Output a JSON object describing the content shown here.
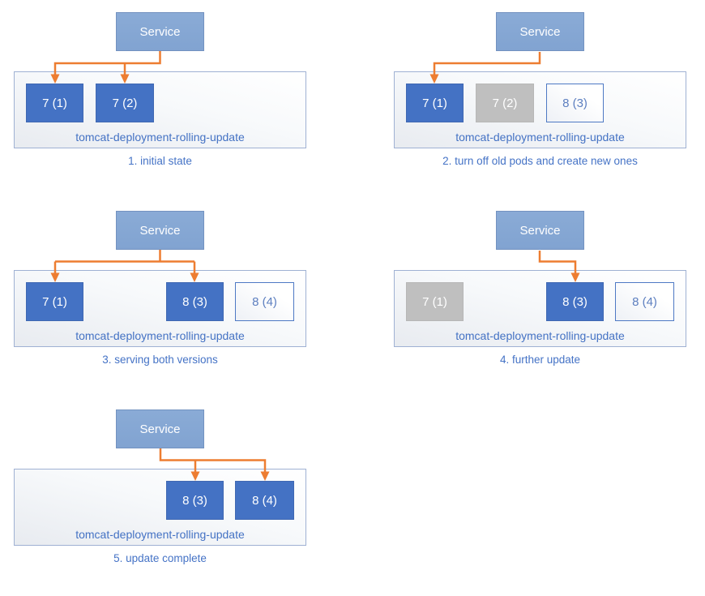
{
  "diagram": {
    "description_colors": {
      "pod_active": "#4472c4",
      "pod_stopped": "#bfbfbf",
      "pod_creating_border": "#4e79c4",
      "service_fill": "#85a8d4",
      "arrow": "#ed7d31",
      "label_text": "#4472c4"
    },
    "panels": [
      {
        "service_label": "Service",
        "deployment_label": "tomcat-deployment-rolling-update",
        "caption": "1. initial state",
        "pods": [
          {
            "label": "7 (1)",
            "state": "active"
          },
          {
            "label": "7 (2)",
            "state": "active"
          }
        ],
        "arrows_to": [
          "7 (1)",
          "7 (2)"
        ]
      },
      {
        "service_label": "Service",
        "deployment_label": "tomcat-deployment-rolling-update",
        "caption": "2. turn off old pods and create new ones",
        "pods": [
          {
            "label": "7 (1)",
            "state": "active"
          },
          {
            "label": "7 (2)",
            "state": "stopped"
          },
          {
            "label": "8 (3)",
            "state": "creating"
          }
        ],
        "arrows_to": [
          "7 (1)"
        ]
      },
      {
        "service_label": "Service",
        "deployment_label": "tomcat-deployment-rolling-update",
        "caption": "3. serving both versions",
        "pods": [
          {
            "label": "7 (1)",
            "state": "active"
          },
          {
            "label": "8 (3)",
            "state": "active"
          },
          {
            "label": "8 (4)",
            "state": "creating"
          }
        ],
        "arrows_to": [
          "7 (1)",
          "8 (3)"
        ]
      },
      {
        "service_label": "Service",
        "deployment_label": "tomcat-deployment-rolling-update",
        "caption": "4. further update",
        "pods": [
          {
            "label": "7 (1)",
            "state": "stopped"
          },
          {
            "label": "8 (3)",
            "state": "active"
          },
          {
            "label": "8 (4)",
            "state": "creating"
          }
        ],
        "arrows_to": [
          "8 (3)"
        ]
      },
      {
        "service_label": "Service",
        "deployment_label": "tomcat-deployment-rolling-update",
        "caption": "5. update complete",
        "pods": [
          {
            "label": "8 (3)",
            "state": "active"
          },
          {
            "label": "8 (4)",
            "state": "active"
          }
        ],
        "arrows_to": [
          "8 (3)",
          "8 (4)"
        ]
      }
    ]
  }
}
